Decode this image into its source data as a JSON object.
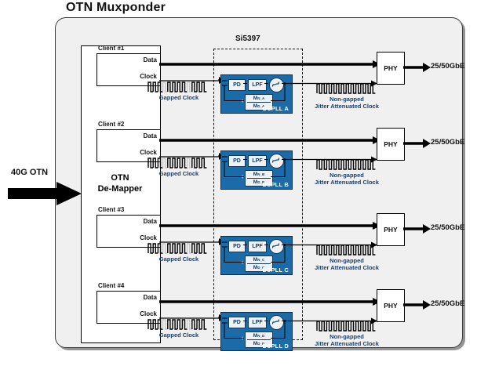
{
  "diagram": {
    "title": "OTN Muxponder",
    "input": {
      "label": "40G OTN",
      "icon": "thick-arrow-right"
    },
    "demapper": {
      "label_line1": "OTN",
      "label_line2": "De-Mapper"
    },
    "device": {
      "part_number": "Si5397"
    },
    "port_labels": {
      "data": "Data",
      "clock": "Clock"
    },
    "waveforms": {
      "gapped": {
        "caption": "Gapped Clock"
      },
      "nongapped": {
        "caption_line1": "Non-gapped",
        "caption_line2": "Jitter Attenuated Clock"
      }
    },
    "dspll_blocks": {
      "pd": "PD",
      "lpf": "LPF",
      "nco_icon": "nco-oscillator-icon",
      "plus": "+"
    },
    "phy": {
      "label": "PHY"
    },
    "colors": {
      "dspll_fill": "#1a6ba8",
      "dspll_border": "#0d2d4d",
      "shell_fill": "#f0f0f0",
      "shell_border": "#3b3b3b",
      "caption_text": "#1b3f6b",
      "wire": "#000000"
    },
    "channels": [
      {
        "client": "Client #1",
        "dspll_name": "DSPLL A",
        "divider_num": "M",
        "divider_num_sub": "N_A",
        "divider_den": "M",
        "divider_den_sub": "D_A",
        "output": "25/50GbE"
      },
      {
        "client": "Client #2",
        "dspll_name": "DSPLL B",
        "divider_num": "M",
        "divider_num_sub": "N_B",
        "divider_den": "M",
        "divider_den_sub": "D_B",
        "output": "25/50GbE"
      },
      {
        "client": "Client #3",
        "dspll_name": "DSPLL C",
        "divider_num": "M",
        "divider_num_sub": "N_C",
        "divider_den": "M",
        "divider_den_sub": "D_C",
        "output": "25/50GbE"
      },
      {
        "client": "Client #4",
        "dspll_name": "DSPLL D",
        "divider_num": "M",
        "divider_num_sub": "N_D",
        "divider_den": "M",
        "divider_den_sub": "D_D",
        "output": "25/50GbE"
      }
    ]
  }
}
